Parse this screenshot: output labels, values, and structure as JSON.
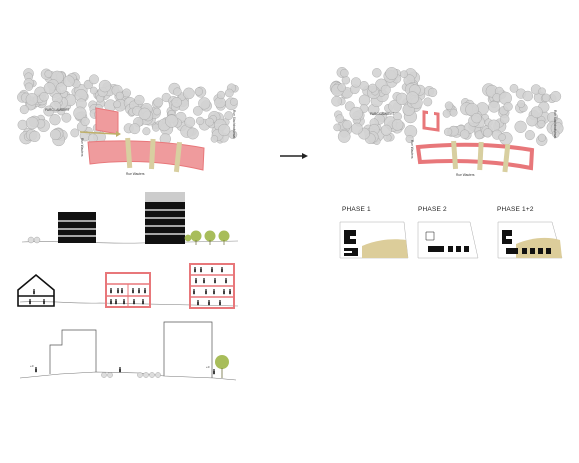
{
  "colors": {
    "accent_red": "#e8777a",
    "accent_red_fill": "#ef9b9d",
    "tree_gray": "#d3d3d3",
    "tree_stroke": "#9a9a9a",
    "tree_green": "#a8bd5a",
    "sand": "#dccd9a",
    "ink": "#111111",
    "roof_gray": "#cccccc",
    "link_beige": "#d8cfa0"
  },
  "icons": {
    "arrow": "right-arrow-icon",
    "person": "person-icon",
    "tree": "tree-icon"
  },
  "left_plan": {
    "park_label": "PARC LAMBERT",
    "street_bottom": "Rue Wauters",
    "street_left": "Rue Wauters",
    "street_right": "Rue Stachkwitstraat"
  },
  "right_plan": {
    "park_label": "PARC LAMBERT",
    "street_bottom": "Rue Wauters",
    "street_left": "Rue Wauters",
    "street_right": "Rue Stachkwitstraat"
  },
  "phases": [
    {
      "label": "PHASE 1"
    },
    {
      "label": "PHASE 2"
    },
    {
      "label": "PHASE 1+2"
    }
  ],
  "section_levels": {
    "level_a": "+0",
    "level_b": "+0"
  }
}
